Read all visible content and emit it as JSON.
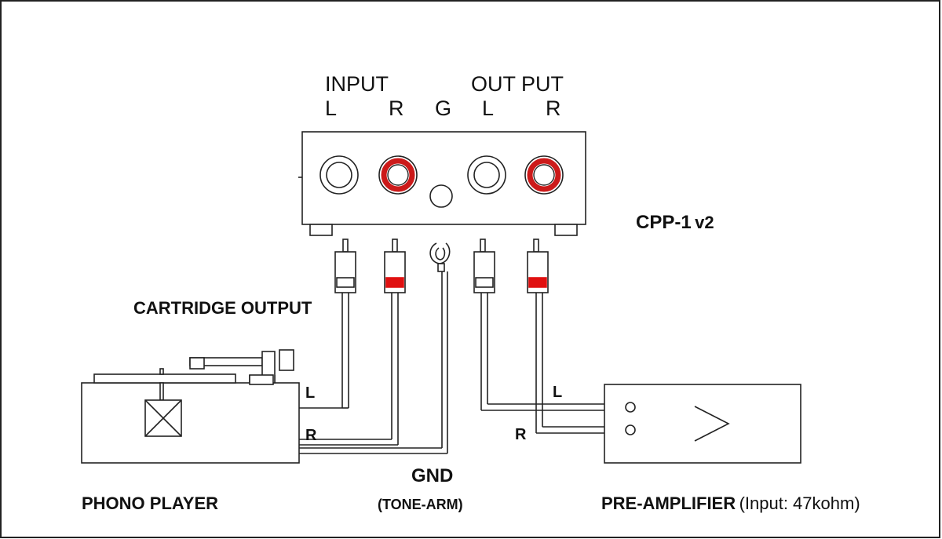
{
  "device": {
    "input_label": "INPUT",
    "output_label": "OUT PUT",
    "channels": [
      "L",
      "R",
      "G",
      "L",
      "R"
    ],
    "model_prefix": "CPP-1",
    "model_suffix": "v2"
  },
  "labels": {
    "cartridge_output": "CARTRIDGE OUTPUT",
    "phono_L": "L",
    "phono_R": "R",
    "preamp_L": "L",
    "preamp_R": "R",
    "gnd": "GND",
    "tone_arm": "(TONE-ARM)",
    "phono_player": "PHONO PLAYER",
    "preamp_name": "PRE-AMPLIFIER",
    "preamp_note": "(Input: 47kohm)"
  },
  "colors": {
    "right_channel": "#cc1a1a",
    "line": "#222222"
  }
}
